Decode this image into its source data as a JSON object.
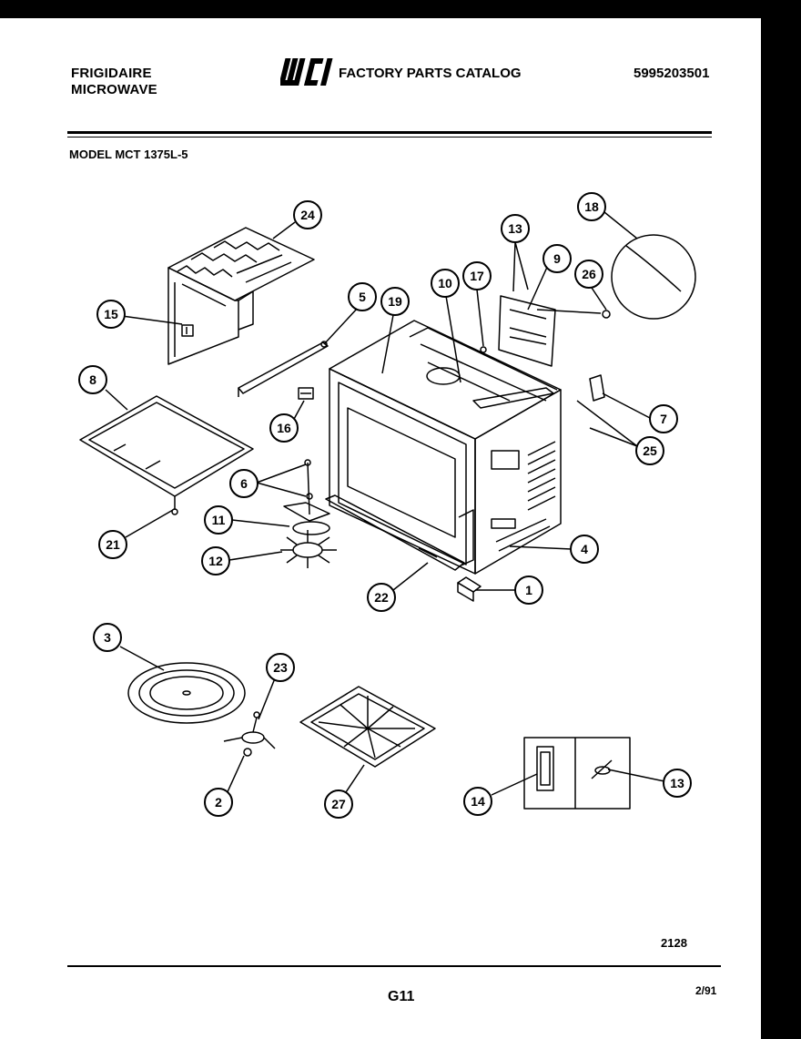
{
  "header": {
    "brand_line1": "FRIGIDAIRE",
    "brand_line2": "MICROWAVE",
    "logo_text": "WCI",
    "catalog_title": "FACTORY PARTS CATALOG",
    "catalog_code": "5995203501"
  },
  "model_label": "MODEL MCT 1375L-5",
  "callouts": [
    "24",
    "15",
    "8",
    "21",
    "5",
    "19",
    "16",
    "6",
    "11",
    "12",
    "10",
    "17",
    "13",
    "9",
    "18",
    "26",
    "7",
    "25",
    "4",
    "22",
    "1",
    "3",
    "23",
    "2",
    "27",
    "14",
    "13"
  ],
  "footer": {
    "figure_code": "2128",
    "page_label": "G11",
    "date": "2/91"
  }
}
